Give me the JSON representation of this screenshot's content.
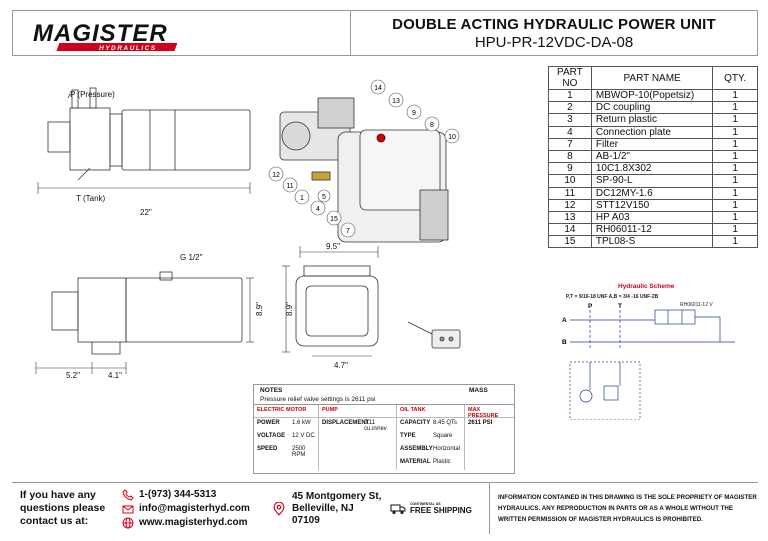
{
  "header": {
    "logo_text": "MAGISTER",
    "logo_sub": "HYDRAULICS",
    "title": "DOUBLE ACTING HYDRAULIC POWER UNIT",
    "model": "HPU-PR-12VDC-DA-08"
  },
  "parts_table": {
    "headers": [
      "PART NO",
      "PART NAME",
      "QTY."
    ],
    "rows": [
      {
        "no": "1",
        "name": "MBWOP-10(Popetsiz)",
        "qty": "1"
      },
      {
        "no": "2",
        "name": "DC coupling",
        "qty": "1"
      },
      {
        "no": "3",
        "name": "Return plastic",
        "qty": "1"
      },
      {
        "no": "4",
        "name": "Connection plate",
        "qty": "1"
      },
      {
        "no": "7",
        "name": "Filter",
        "qty": "1"
      },
      {
        "no": "8",
        "name": "AB-1/2\"",
        "qty": "1"
      },
      {
        "no": "9",
        "name": "10C1.8X302",
        "qty": "1"
      },
      {
        "no": "10",
        "name": "SP-90-L",
        "qty": "1"
      },
      {
        "no": "11",
        "name": "DC12MY-1.6",
        "qty": "1"
      },
      {
        "no": "12",
        "name": "STT12V150",
        "qty": "1"
      },
      {
        "no": "13",
        "name": "HP A03",
        "qty": "1"
      },
      {
        "no": "14",
        "name": "RH06011-12",
        "qty": "1"
      },
      {
        "no": "15",
        "name": "TPL08-S",
        "qty": "1"
      }
    ]
  },
  "drawing": {
    "pressure_label": "P (Pressure)",
    "tank_label": "T (Tank)",
    "length_dim": "22\"",
    "port_label": "G 1/2\"",
    "width_dim": "9.5\"",
    "height_a": "8.9\"",
    "height_b": "8.9\"",
    "depth_dim": "4.7\"",
    "side_a": "5.2\"",
    "side_b": "4.1\"",
    "callouts": [
      "14",
      "13",
      "9",
      "8",
      "10",
      "12",
      "11",
      "1",
      "4",
      "15",
      "7",
      "5"
    ]
  },
  "schematic": {
    "title": "Hydraulic Scheme",
    "spec": "P,T = 9/16-18 UNF  A,B = 3/4 -16 UNF-2B",
    "valve": "RH06011-12 V",
    "p": "P",
    "t": "T",
    "a": "A",
    "b": "B"
  },
  "notes": {
    "title": "NOTES",
    "text": "Pressure relief valve settings is 2611 psi",
    "mass_title": "MASS",
    "electric_motor": "ELECTRIC MOTOR",
    "pump": "PUMP",
    "oil_tank": "OIL TANK",
    "max_pressure": "MAX PRESSURE",
    "power_label": "POWER",
    "power_val": "1.6 kW",
    "voltage_label": "VOLTAGE",
    "voltage_val": "12 V DC",
    "speed_label": "SPEED",
    "speed_val": "2500 RPM",
    "displacement_label": "DISPLACEMENT",
    "displacement_val": "0.11 cu.in/rev",
    "capacity_label": "CAPACITY",
    "capacity_val": "8.45  QTs",
    "type_label": "TYPE",
    "type_val": "Square",
    "assembly_label": "ASSEMBLY",
    "assembly_val": "Horizontal",
    "material_label": "MATERIAL",
    "material_val": "Plastic",
    "max_pressure_val": "2611 PSI"
  },
  "footer": {
    "question": "If you have any questions please contact us at:",
    "phone": "1-(973) 344-5313",
    "email": "info@magisterhyd.com",
    "website": "www.magisterhyd.com",
    "address_line1": "45 Montgomery St,",
    "address_line2": "Belleville, NJ",
    "address_line3": "07109",
    "shipping_small": "CONTINENTAL US",
    "shipping": "FREE SHIPPING",
    "legal": "INFORMATION CONTAINED IN THIS DRAWING IS THE SOLE PROPRIETY OF MAGISTER HYDRAULICS. ANY REPRODUCTION IN PARTS OR AS A WHOLE WITHOUT THE WRITTEN PERMISSION OF MAGISTER HYDRAULICS IS PROHIBITED."
  },
  "colors": {
    "logo_red": "#d0021b",
    "schematic_red": "#d0021b",
    "schematic_blue": "#1f3c9e",
    "notes_red": "#cc0000"
  }
}
